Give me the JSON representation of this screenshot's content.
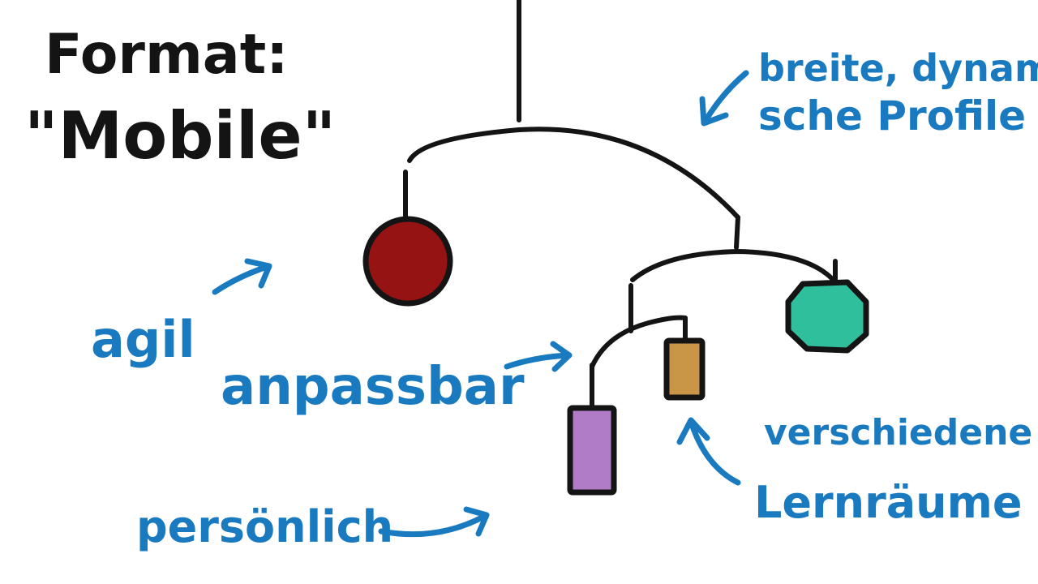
{
  "title": {
    "line1": "Format:",
    "line2": "\"Mobile\""
  },
  "labels": {
    "agil": "agil",
    "anpassbar": "anpassbar",
    "persoenlich": "persönlich",
    "profile_line1": "breite, dynami-",
    "profile_line2": "sche Profile",
    "lernraeume_line1": "verschiedene",
    "lernraeume_line2": "Lernräume"
  },
  "colors": {
    "ink": "#141414",
    "annotation": "#1a7abf",
    "red_ball": "#951313",
    "teal_shape": "#2fbf9c",
    "purple_block": "#b07cc8",
    "ochre_block": "#c99546"
  }
}
